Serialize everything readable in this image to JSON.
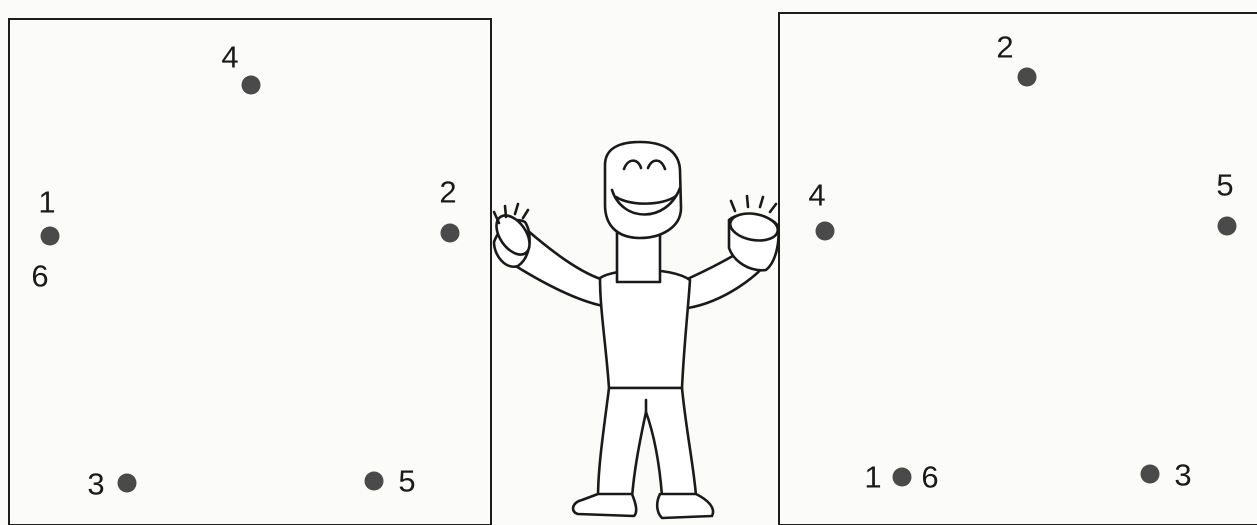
{
  "left_panel": {
    "points": [
      {
        "label": "4"
      },
      {
        "label": "1"
      },
      {
        "label": "6"
      },
      {
        "label": "2"
      },
      {
        "label": "3"
      },
      {
        "label": "5"
      }
    ]
  },
  "right_panel": {
    "points": [
      {
        "label": "2"
      },
      {
        "label": "4"
      },
      {
        "label": "5"
      },
      {
        "label": "1"
      },
      {
        "label": "6"
      },
      {
        "label": "3"
      }
    ]
  },
  "center_figure": {
    "icon": "dinosaur-character"
  }
}
